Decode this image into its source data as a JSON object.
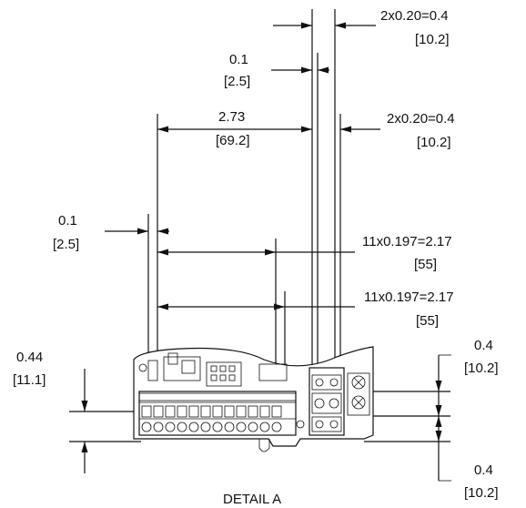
{
  "dimensions": {
    "top_pitch": {
      "value": "2x0.20=0.4",
      "metric": "[10.2]"
    },
    "offset_right": {
      "value": "0.1",
      "metric": "[2.5]"
    },
    "total_width": {
      "value": "2.73",
      "metric": "[69.2]"
    },
    "right_pitch": {
      "value": "2x0.20=0.4",
      "metric": "[10.2]"
    },
    "offset_left": {
      "value": "0.1",
      "metric": "[2.5]"
    },
    "span_upper": {
      "value": "11x0.197=2.17",
      "metric": "[55]"
    },
    "span_lower": {
      "value": "11x0.197=2.17",
      "metric": "[55]"
    },
    "left_height": {
      "value": "0.44",
      "metric": "[11.1]"
    },
    "right_upper": {
      "value": "0.4",
      "metric": "[10.2]"
    },
    "right_lower": {
      "value": "0.4",
      "metric": "[10.2]"
    }
  },
  "caption": "DETAIL A"
}
